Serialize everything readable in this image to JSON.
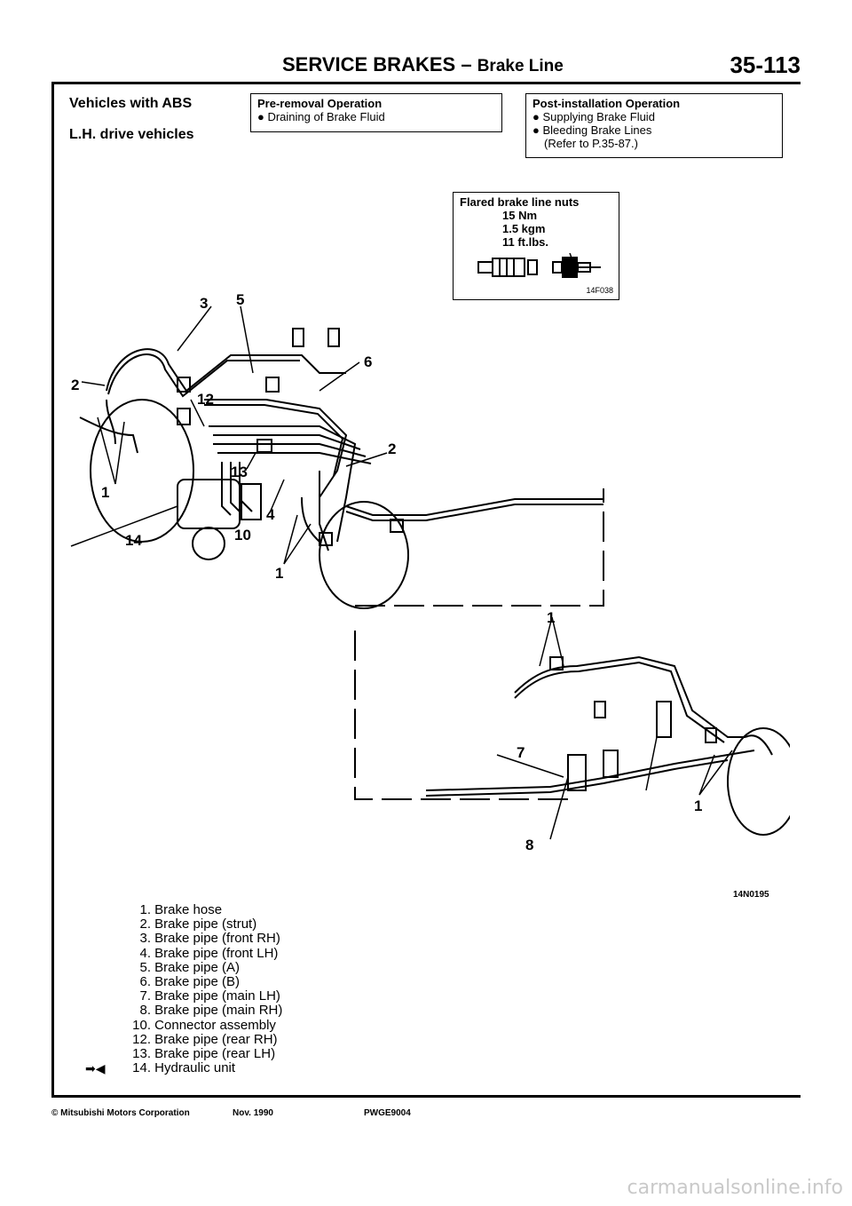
{
  "header": {
    "section": "SERVICE BRAKES",
    "dash": "–",
    "subsection": "Brake Line",
    "page": "35-113"
  },
  "titles": {
    "vehicle": "Vehicles with ABS",
    "drive": "L.H. drive vehicles"
  },
  "pre_removal": {
    "heading": "Pre-removal Operation",
    "items": [
      "Draining of Brake Fluid"
    ]
  },
  "post_install": {
    "heading": "Post-installation Operation",
    "items": [
      "Supplying Brake Fluid",
      "Bleeding Brake Lines"
    ],
    "note": "(Refer to P.35-87.)"
  },
  "torque_box": {
    "heading": "Flared brake line nuts",
    "values": [
      "15 Nm",
      "1.5 kgm",
      "11 ft.lbs."
    ],
    "code": "14F038"
  },
  "callouts": {
    "c3": "3",
    "c5": "5",
    "c6": "6",
    "c2a": "2",
    "c2b": "2",
    "c12": "12",
    "c13": "13",
    "c1a": "1",
    "c14": "14",
    "c4": "4",
    "c10": "10",
    "c1b": "1",
    "c1c": "1",
    "c7": "7",
    "c1d": "1",
    "c8": "8"
  },
  "diagram_code": "14N0195",
  "legend": [
    {
      "num": "1.",
      "text": "Brake hose"
    },
    {
      "num": "2.",
      "text": "Brake pipe (strut)"
    },
    {
      "num": "3.",
      "text": "Brake pipe (front RH)"
    },
    {
      "num": "4.",
      "text": "Brake pipe (front LH)"
    },
    {
      "num": "5.",
      "text": "Brake pipe (A)"
    },
    {
      "num": "6.",
      "text": "Brake pipe (B)"
    },
    {
      "num": "7.",
      "text": "Brake pipe (main LH)"
    },
    {
      "num": "8.",
      "text": "Brake pipe (main RH)"
    },
    {
      "num": "10.",
      "text": "Connector assembly"
    },
    {
      "num": "12.",
      "text": "Brake pipe (rear RH)"
    },
    {
      "num": "13.",
      "text": "Brake pipe (rear LH)"
    },
    {
      "num": "14.",
      "text": "Hydraulic unit"
    }
  ],
  "footer": {
    "copyright": "© Mitsubishi Motors Corporation",
    "date": "Nov. 1990",
    "code": "PWGE9004"
  },
  "watermark": "carmanualsonline.info"
}
